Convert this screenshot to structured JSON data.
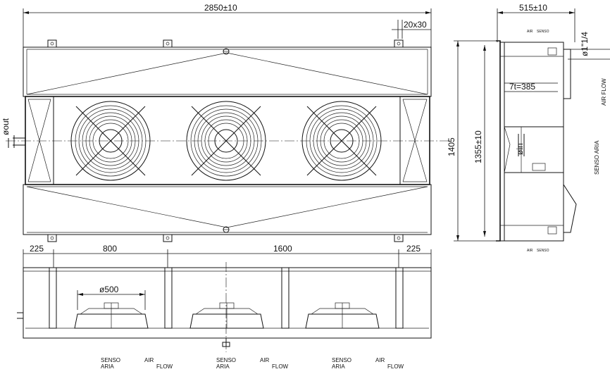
{
  "dimensions": {
    "overall_length": "2850±10",
    "side_width": "515±10",
    "bracket_size": "20x30",
    "connection_size": "ø1\"1/4",
    "out_pipe": "øout",
    "in_pipe": "øin",
    "height_total": "1405",
    "height_inner": "1355±10",
    "fin_note": "7t=385",
    "fan_diameter": "ø500",
    "segment_end_left": "225",
    "segment_mid_a": "800",
    "segment_mid_b": "1600",
    "segment_end_right": "225"
  },
  "labels": {
    "air": "AIR",
    "flow": "FLOW",
    "senso": "SENSO",
    "aria": "ARIA",
    "airflow_vertical": "AIR FLOW",
    "senso_aria_vertical": "SENSO ARIA"
  }
}
